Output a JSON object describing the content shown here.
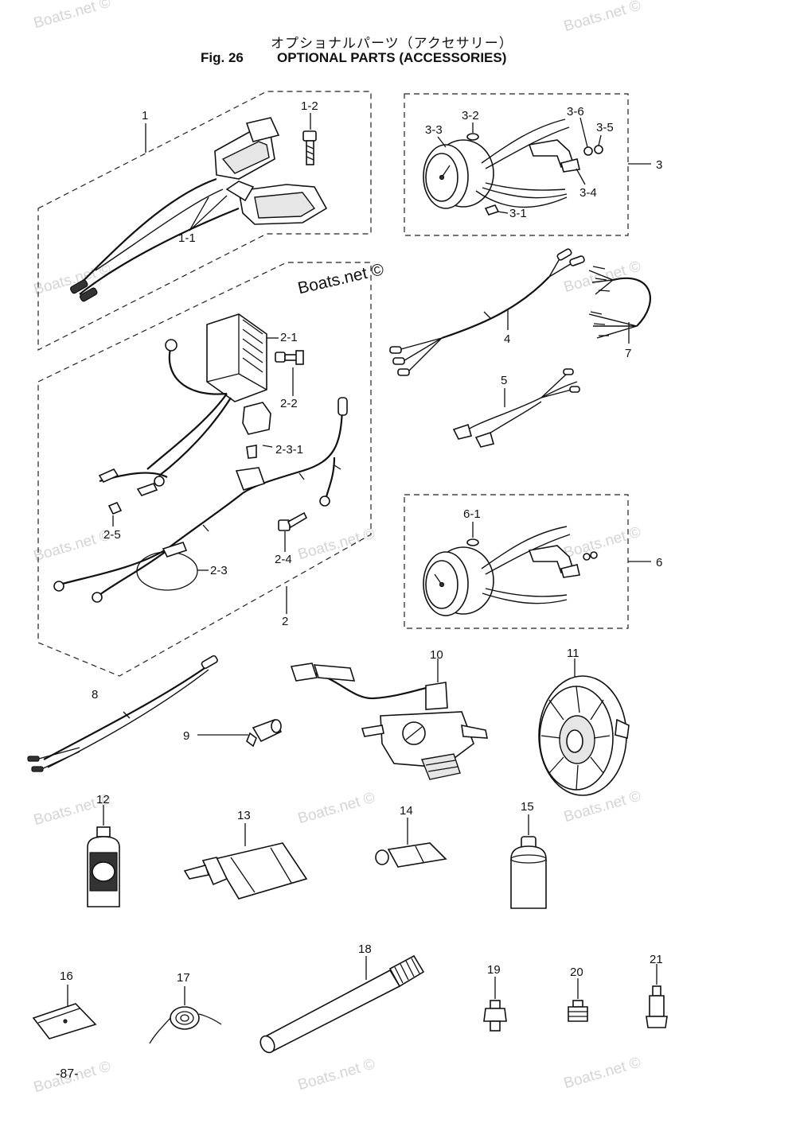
{
  "header": {
    "japanese_title": "オプショナルパーツ（アクセサリー）",
    "fig_label": "Fig. 26",
    "title": "OPTIONAL PARTS (ACCESSORIES)"
  },
  "page_number": "-87-",
  "watermark": {
    "text": "Boats.net ©"
  },
  "callouts": {
    "c1": "1",
    "c1_1": "1-1",
    "c1_2": "1-2",
    "c2": "2",
    "c2_1": "2-1",
    "c2_2": "2-2",
    "c2_3": "2-3",
    "c2_3_1": "2-3-1",
    "c2_4": "2-4",
    "c2_5": "2-5",
    "c3": "3",
    "c3_1": "3-1",
    "c3_2": "3-2",
    "c3_3": "3-3",
    "c3_4": "3-4",
    "c3_5": "3-5",
    "c3_6": "3-6",
    "c4": "4",
    "c5": "5",
    "c6": "6",
    "c6_1": "6-1",
    "c7": "7",
    "c8": "8",
    "c9": "9",
    "c10": "10",
    "c11": "11",
    "c12": "12",
    "c13": "13",
    "c14": "14",
    "c15": "15",
    "c16": "16",
    "c17": "17",
    "c18": "18",
    "c19": "19",
    "c20": "20",
    "c21": "21"
  }
}
